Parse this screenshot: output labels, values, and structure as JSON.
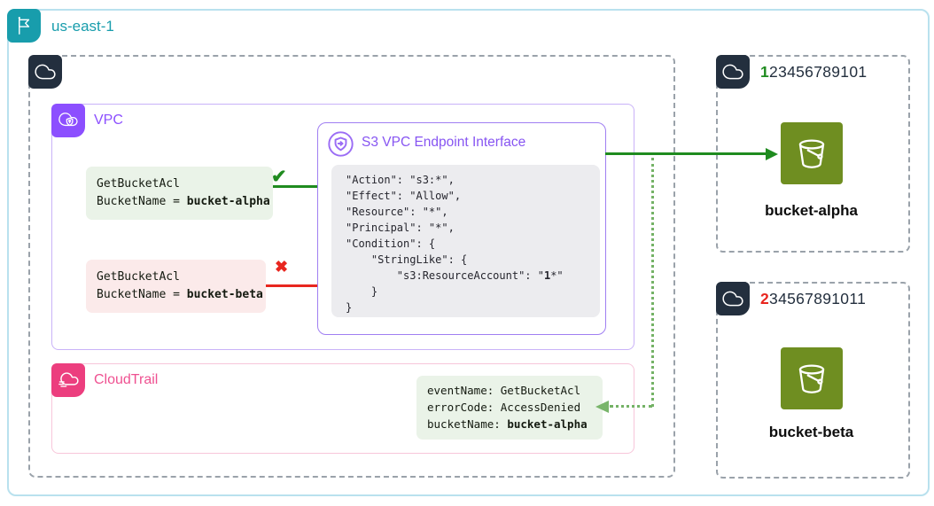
{
  "region": {
    "label": "us-east-1",
    "color": "#189DAC"
  },
  "vpc": {
    "label": "VPC",
    "color": "#8C4FFF"
  },
  "requests": {
    "allowed": {
      "text": "GetBucketAcl\nBucketName = ",
      "bold": "bucket-alpha"
    },
    "denied": {
      "text": "GetBucketAcl\nBucketName = ",
      "bold": "bucket-beta"
    }
  },
  "marks": {
    "check": "✔",
    "cross": "✖"
  },
  "endpoint": {
    "title": "S3 VPC Endpoint Interface",
    "policy_before": "\"Action\": \"s3:*\",\n\"Effect\": \"Allow\",\n\"Resource\": \"*\",\n\"Principal\": \"*\",\n\"Condition\": {\n    \"StringLike\": {\n        \"s3:ResourceAccount\": \"",
    "policy_bold": "1",
    "policy_after": "*\"\n    }\n}"
  },
  "cloudtrail": {
    "label": "CloudTrail",
    "log_text": "eventName: GetBucketAcl\nerrorCode: AccessDenied\nbucketName: ",
    "log_bold": "bucket-alpha"
  },
  "accounts": [
    {
      "id_first": "1",
      "id_rest": "23456789101",
      "id_first_color": "#1F8B1F",
      "bucket_label": "bucket-alpha"
    },
    {
      "id_first": "2",
      "id_rest": "34567891011",
      "id_first_color": "#E8261F",
      "bucket_label": "bucket-beta"
    }
  ],
  "colors": {
    "region_border": "#B9E1EE",
    "navy": "#232F3E",
    "vpc_purple": "#8C4FFF",
    "endpoint_purple": "#9B6DF5",
    "allow_green": "#1F8B1F",
    "deny_red": "#E8261F",
    "cloudtrail_pink": "#EC3E7E",
    "bucket_green": "#6F8E21",
    "allow_bg": "#EAF3E8",
    "deny_bg": "#FBEAEA",
    "code_bg": "#ECECEF",
    "trace_green": "#74B266"
  },
  "icons": {
    "flag": "region-flag",
    "aws_cloud": "aws-cloud",
    "vpc": "vpc-cloud-shield",
    "endpoint": "vpc-endpoint",
    "cloudtrail": "cloudtrail-cloud",
    "bucket": "s3-bucket"
  }
}
